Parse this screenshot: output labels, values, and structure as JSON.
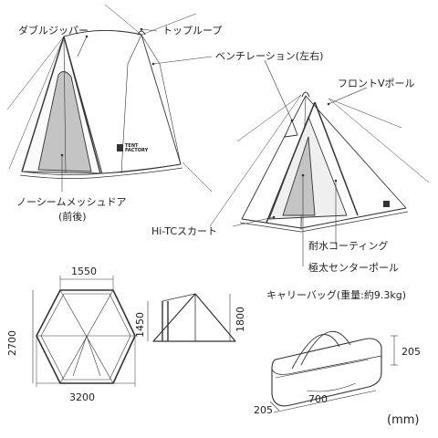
{
  "labels": {
    "double_zipper": "ダブルジッパー",
    "top_loop": "トップループ",
    "ventilation": "ベンチレーション(左右)",
    "front_v_pole": "フロントVポール",
    "no_seam_mesh_door_line1": "ノーシームメッシュドア",
    "no_seam_mesh_door_line2": "(前後)",
    "hitc_skirt": "Hi-TCスカート",
    "waterproof_coating": "耐水コーティング",
    "center_pole": "極太センターポール",
    "carry_bag": "キャリーバッグ(重量:約9.3kg)"
  },
  "logo": {
    "line1": "TENT",
    "line2": "FACTORY"
  },
  "dimensions": {
    "footprint_top": "1550",
    "footprint_side": "2700",
    "footprint_bottom": "3200",
    "height_left": "1450",
    "height_right": "1800",
    "bag_height": "205",
    "bag_depth": "205",
    "bag_length": "700",
    "unit": "(mm)"
  }
}
